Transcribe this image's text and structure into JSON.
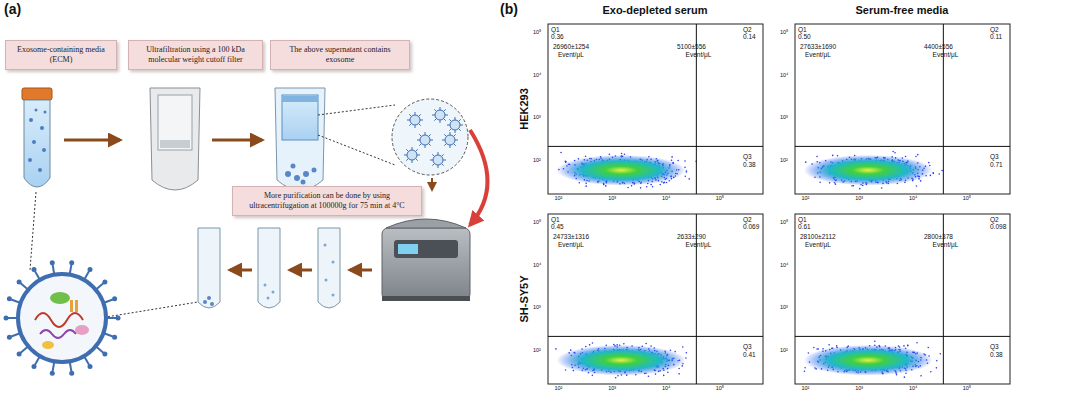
{
  "diagram": {
    "nodes": [
      {
        "text": [
          "Exosome-containing media (ECM)"
        ]
      },
      {
        "text": [
          "Ultrafiltration using a 100 kDa molecular weight cutoff filter"
        ]
      },
      {
        "text": [
          "The above supernatant contains exosome"
        ]
      },
      {
        "text": [
          "More purification can be done by using ultracentrifugation at 100000g for 75 min at 4°C"
        ]
      }
    ],
    "labels": [
      "(a)",
      "(b)",
      "Exo-depleted serum",
      "Serum-free media",
      "HEK293",
      "SH-SY5Y",
      "Q1",
      "0.36",
      "26960±1254",
      "Event/μL",
      "Q2",
      "0.14",
      "5100±556",
      "Event/μL",
      "Q3",
      "0.38",
      "10⁵",
      "10⁴",
      "10³",
      "10²",
      "10²",
      "10³",
      "10⁴",
      "10⁵",
      "Q1",
      "0.50",
      "27633±1690",
      "Event/μL",
      "Q2",
      "0.11",
      "4400±556",
      "Event/μL",
      "Q3",
      "0.71",
      "10⁵",
      "10⁴",
      "10³",
      "10²",
      "10²",
      "10³",
      "10⁴",
      "10⁵",
      "Q1",
      "0.45",
      "24733±1316",
      "Event/μL",
      "Q2",
      "0.069",
      "2633±290",
      "Event/μL",
      "Q3",
      "0.41",
      "10⁵",
      "10⁴",
      "10³",
      "10²",
      "10²",
      "10³",
      "10⁴",
      "10⁵",
      "Q1",
      "0.61",
      "28100±2112",
      "Event/μL",
      "Q2",
      "0.098",
      "2800±378",
      "Event/μL",
      "Q3",
      "0.38",
      "10⁵",
      "10⁴",
      "10³",
      "10²",
      "10²",
      "10³",
      "10⁴",
      "10⁵"
    ]
  }
}
